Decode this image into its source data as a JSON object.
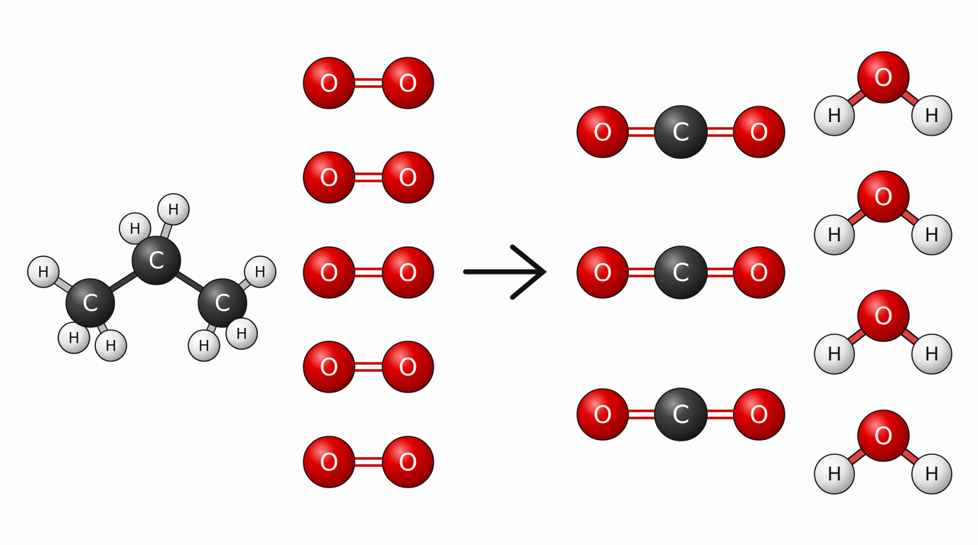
{
  "colors": {
    "oxygen": "#d40000",
    "oxygen_dark": "#7a0000",
    "carbon": "#3c3c3c",
    "carbon_dark": "#111111",
    "hydrogen": "#f2f2f2",
    "hydrogen_dark": "#8a8a8a",
    "label_light": "#ffffff",
    "label_dark": "#111111",
    "arrow": "#111111"
  },
  "labels": {
    "O": "O",
    "C": "C",
    "H": "H"
  },
  "reactants": {
    "propane": {
      "carbon_count": 3,
      "hydrogen_count": 8
    },
    "oxygen_molecules": 5
  },
  "products": {
    "carbon_dioxide_molecules": 3,
    "water_molecules": 4
  },
  "arrow_icon": "reaction-arrow-icon"
}
